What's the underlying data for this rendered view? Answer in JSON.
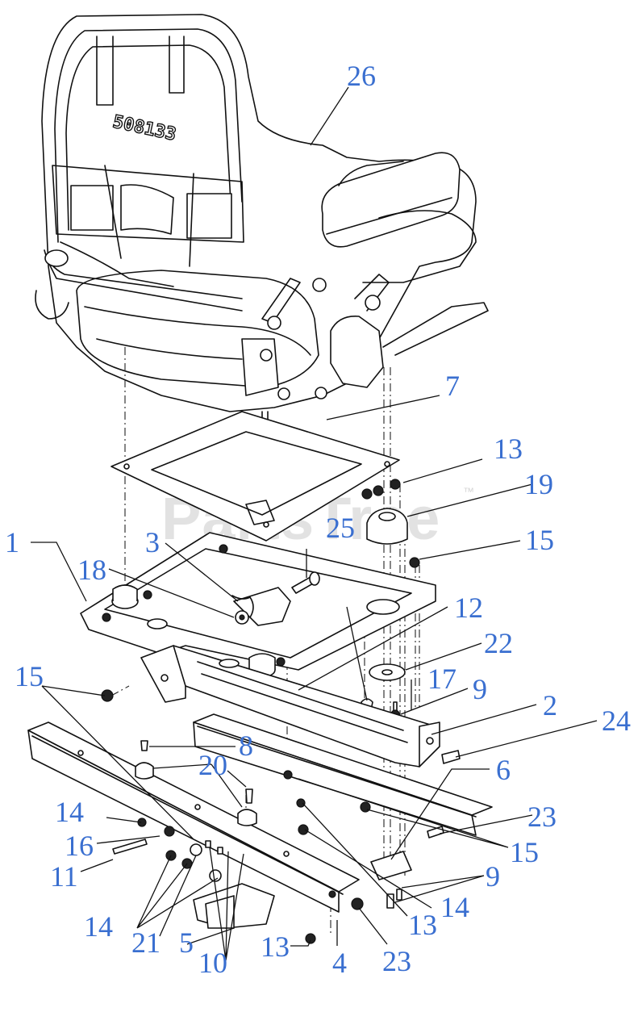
{
  "watermark": {
    "text": "PartsTree",
    "tm": "™"
  },
  "seat_stamp": "508133",
  "callouts": [
    {
      "id": "c26",
      "label": "26"
    },
    {
      "id": "c7",
      "label": "7"
    },
    {
      "id": "c13a",
      "label": "13"
    },
    {
      "id": "c19",
      "label": "19"
    },
    {
      "id": "c25",
      "label": "25"
    },
    {
      "id": "c1",
      "label": "1"
    },
    {
      "id": "c3",
      "label": "3"
    },
    {
      "id": "c15a",
      "label": "15"
    },
    {
      "id": "c18",
      "label": "18"
    },
    {
      "id": "c12",
      "label": "12"
    },
    {
      "id": "c22",
      "label": "22"
    },
    {
      "id": "c15b",
      "label": "15"
    },
    {
      "id": "c17",
      "label": "17"
    },
    {
      "id": "c9a",
      "label": "9"
    },
    {
      "id": "c2",
      "label": "2"
    },
    {
      "id": "c24",
      "label": "24"
    },
    {
      "id": "c8",
      "label": "8"
    },
    {
      "id": "c20",
      "label": "20"
    },
    {
      "id": "c6",
      "label": "6"
    },
    {
      "id": "c14a",
      "label": "14"
    },
    {
      "id": "c23a",
      "label": "23"
    },
    {
      "id": "c16",
      "label": "16"
    },
    {
      "id": "c15c",
      "label": "15"
    },
    {
      "id": "c11",
      "label": "11"
    },
    {
      "id": "c9b",
      "label": "9"
    },
    {
      "id": "c14b",
      "label": "14"
    },
    {
      "id": "c14c",
      "label": "14"
    },
    {
      "id": "c21",
      "label": "21"
    },
    {
      "id": "c13b",
      "label": "13"
    },
    {
      "id": "c5",
      "label": "5"
    },
    {
      "id": "c13c",
      "label": "13"
    },
    {
      "id": "c10",
      "label": "10"
    },
    {
      "id": "c4",
      "label": "4"
    },
    {
      "id": "c23b",
      "label": "23"
    }
  ]
}
